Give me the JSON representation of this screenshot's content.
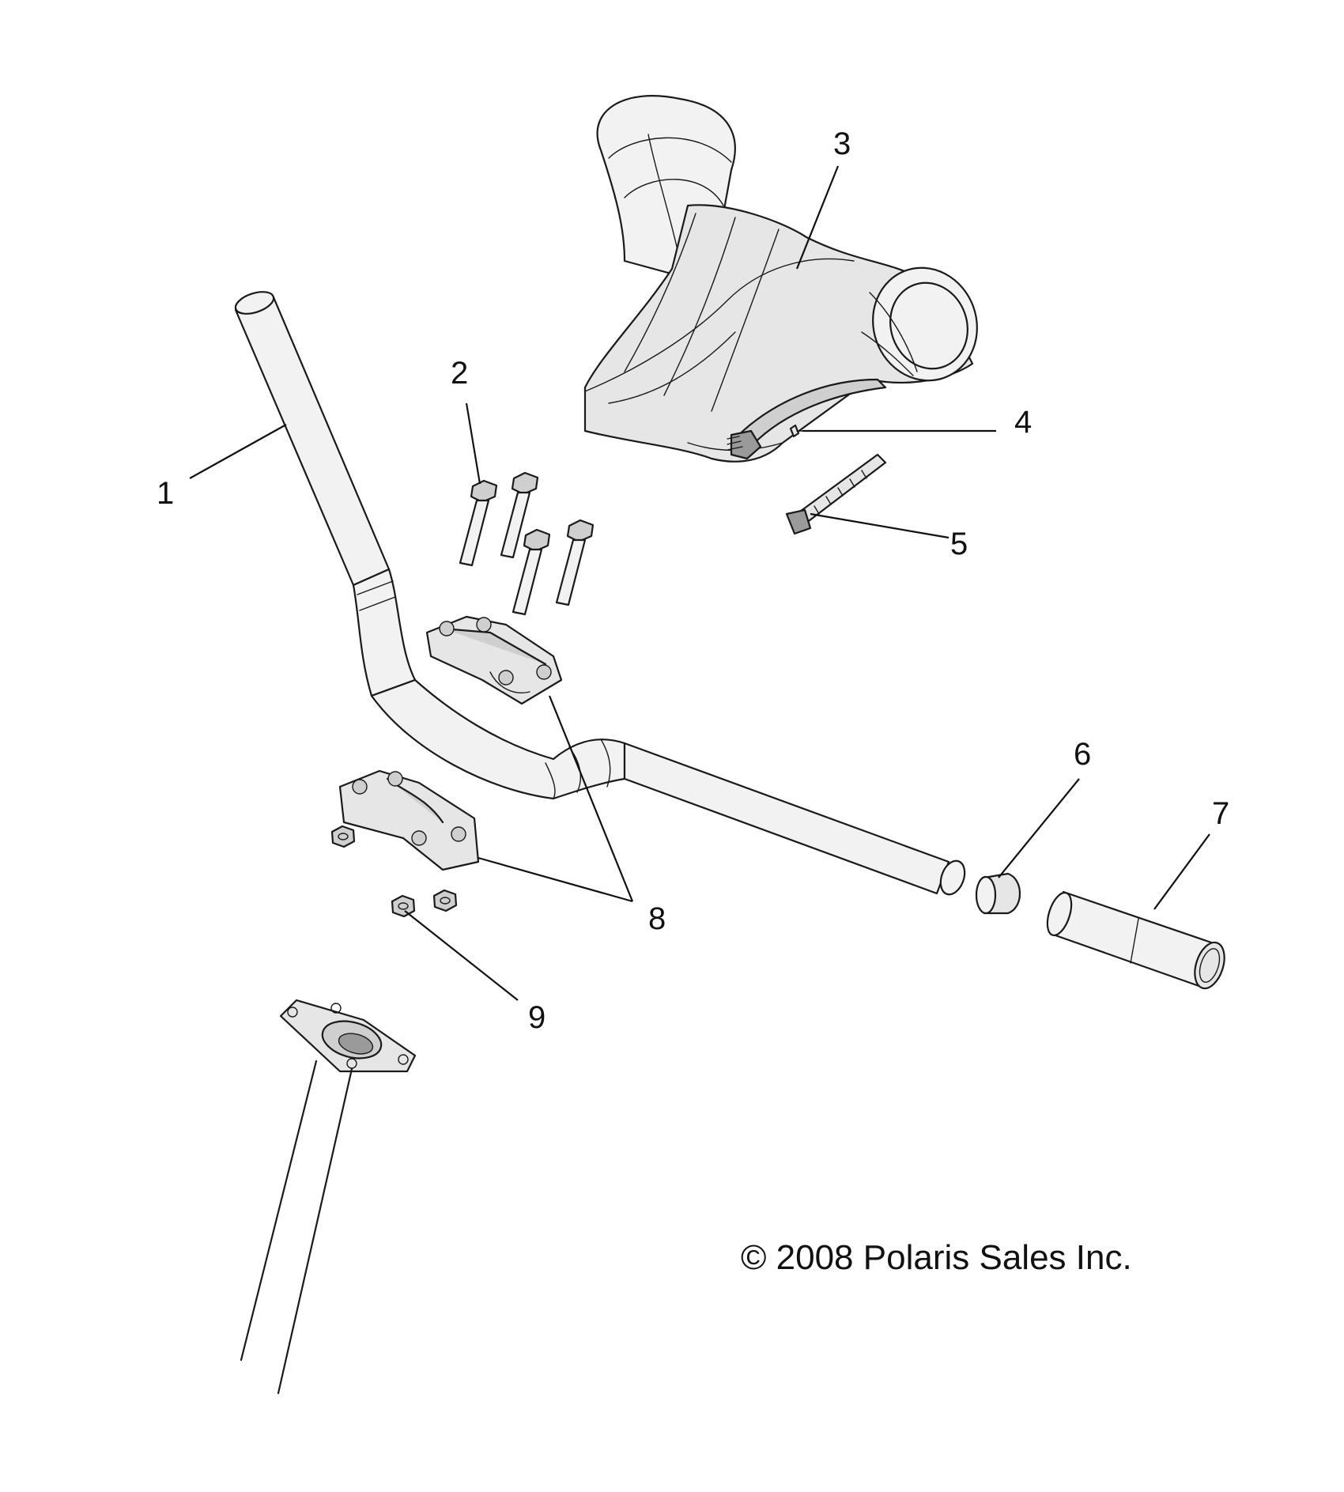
{
  "diagram": {
    "callouts": [
      "1",
      "2",
      "3",
      "4",
      "5",
      "6",
      "7",
      "8",
      "9"
    ],
    "copyright": "© 2008 Polaris Sales Inc."
  }
}
